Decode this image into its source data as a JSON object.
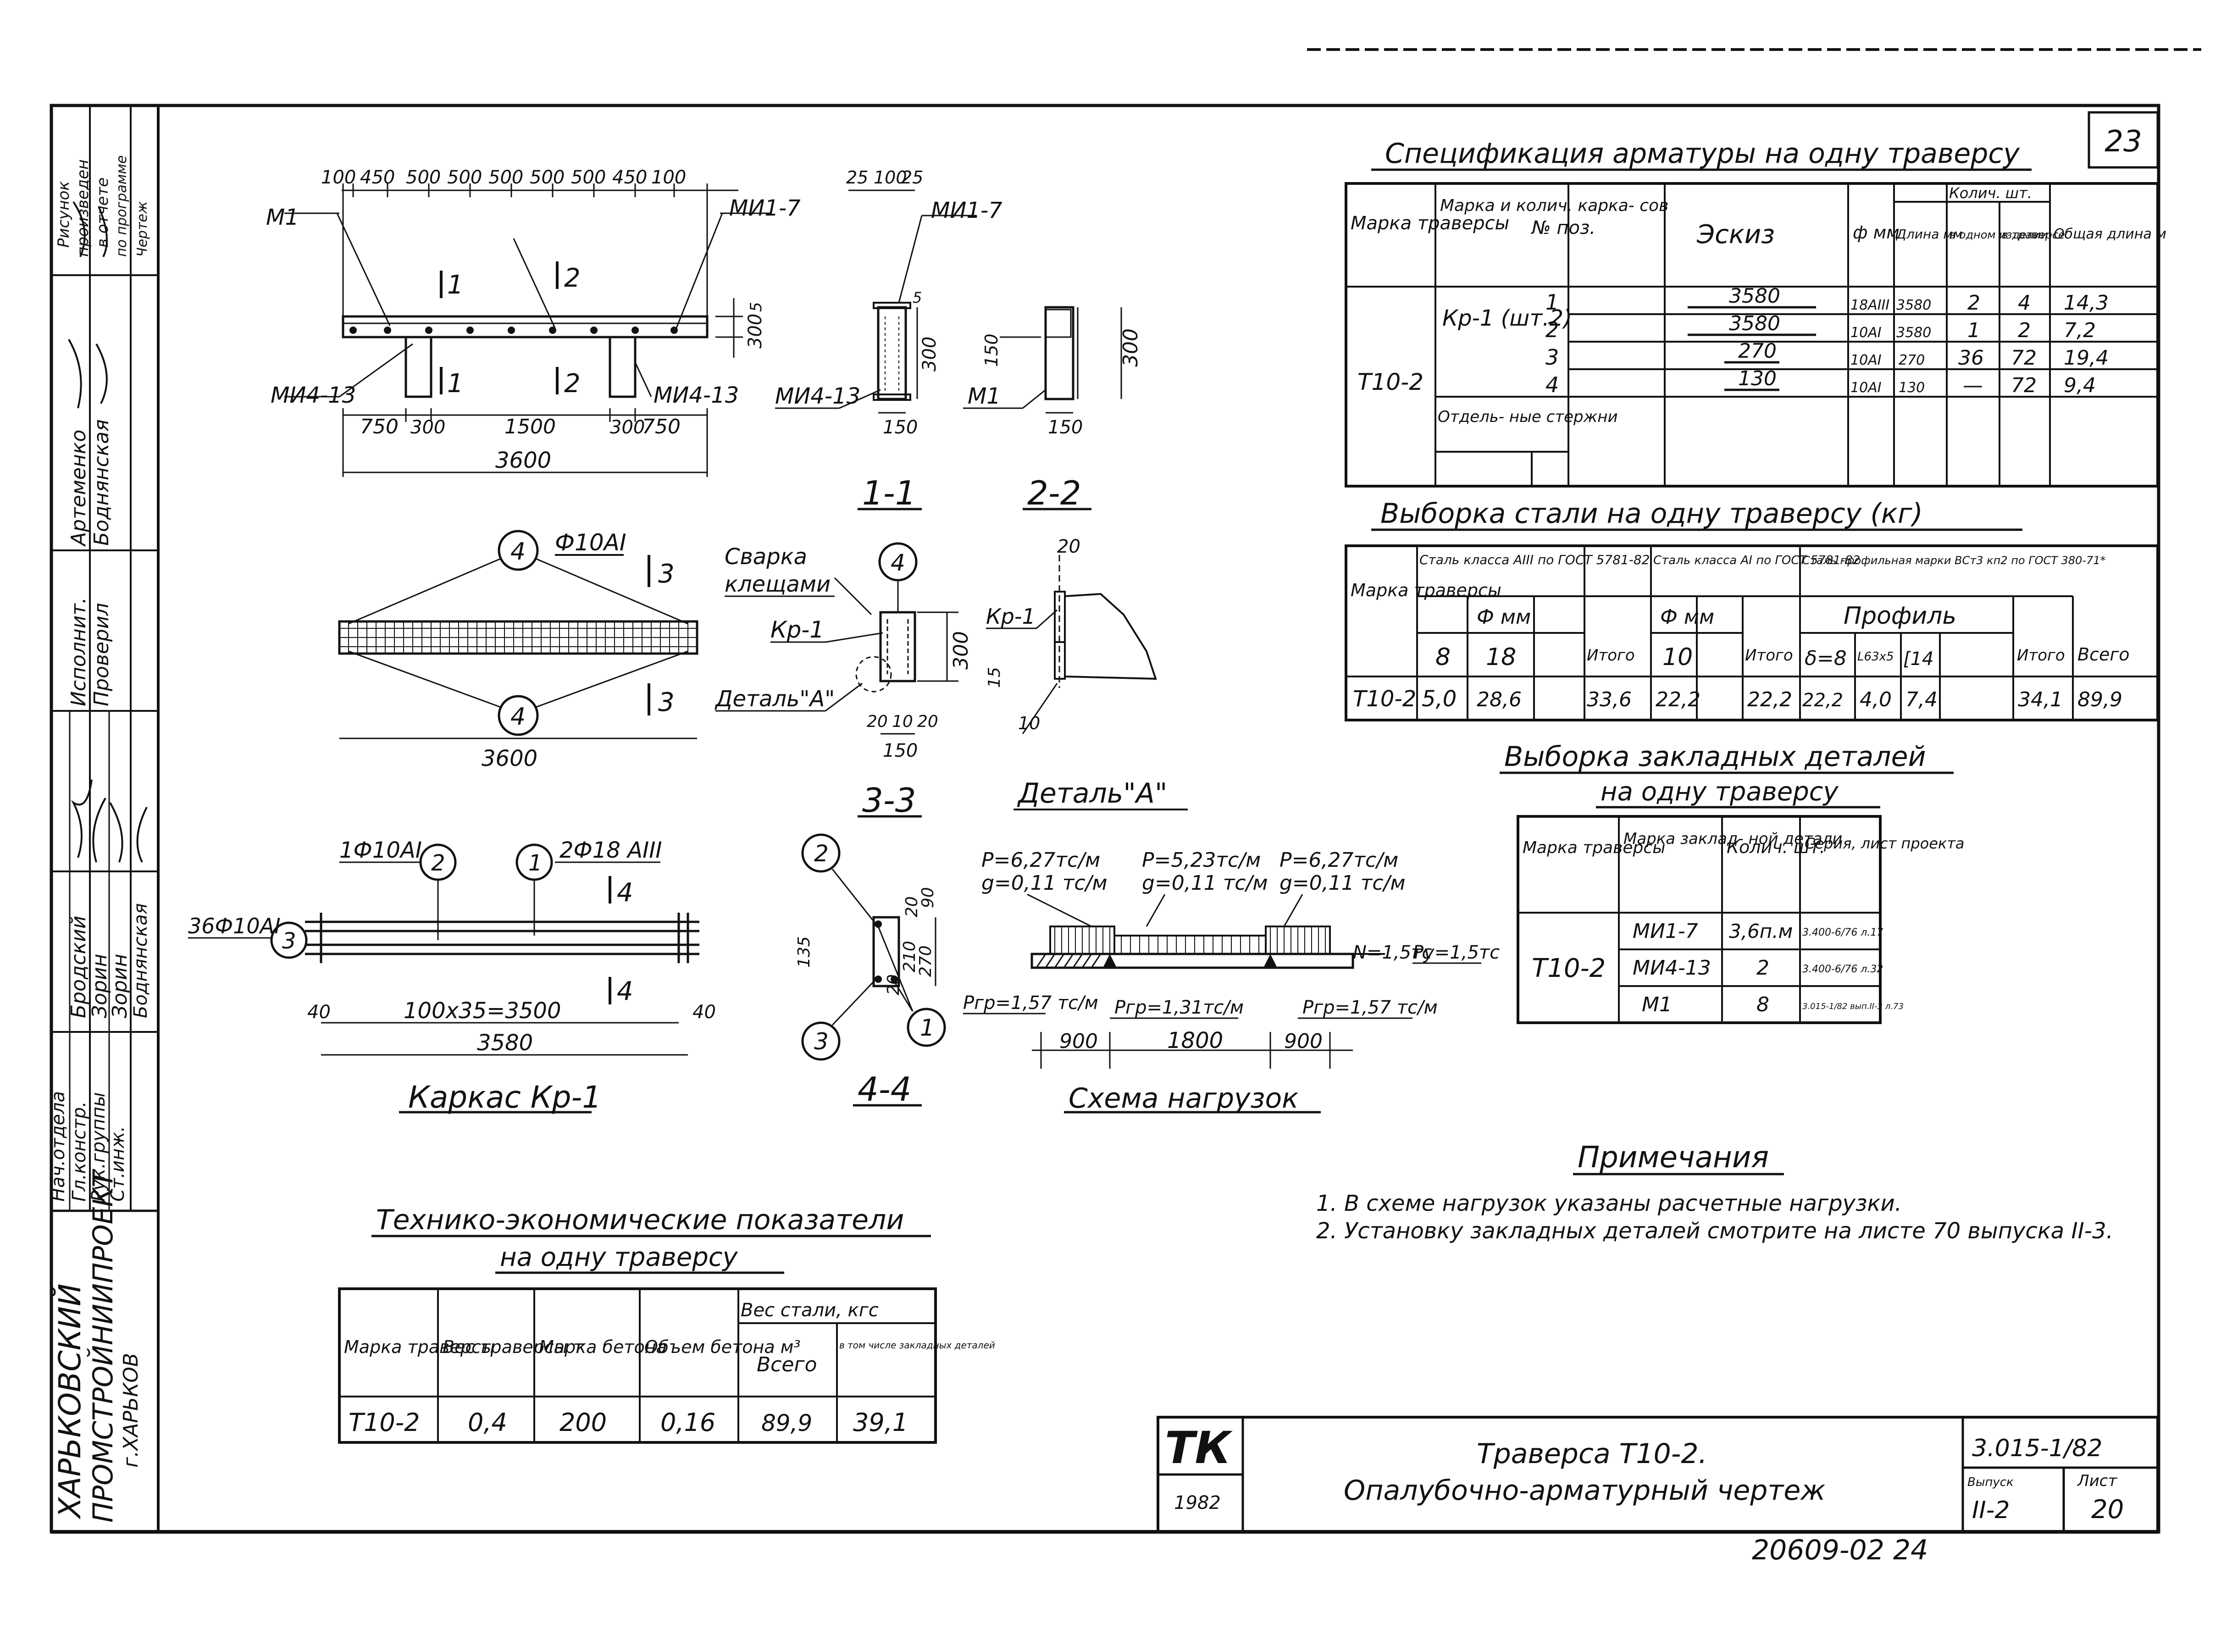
{
  "sheet_no": "23",
  "side_stamp": {
    "org_line1": "ХАРЬКОВСКИЙ",
    "org_line2": "ПРОМСТРОЙНИИПРОЕКТ",
    "org_city": "г.ХАРЬКОВ",
    "roles": [
      "Нач.отдела",
      "Гл.констр.",
      "Рук.группы",
      "Ст.инж.",
      "Исполнит.",
      "Проверил"
    ],
    "names": [
      "Бродский",
      "Зорин",
      "Зорин",
      "Боднянская",
      "Артеменко",
      "Боднянская"
    ],
    "vertical_note": [
      "Рисунок",
      "произведен",
      "в отчете",
      "по программе",
      "Чертеж"
    ]
  },
  "views": {
    "elevation": {
      "top_dims": [
        "100",
        "450",
        "500",
        "500",
        "500",
        "500",
        "500",
        "450",
        "100"
      ],
      "bottom_dims": [
        "750",
        "300",
        "1500",
        "300",
        "750"
      ],
      "overall": "3600",
      "height": "300",
      "top_small": "5",
      "labels": {
        "m1": "М1",
        "mi1": "МИ1-7",
        "mi4_left": "МИ4-13",
        "mi4_right": "МИ4-13"
      },
      "cuts": {
        "c1a": "1",
        "c1b": "1",
        "c2a": "2",
        "c2b": "2"
      }
    },
    "section_11": {
      "top_dims": [
        "25",
        "100",
        "25"
      ],
      "height": "300",
      "width": "150",
      "small": "5",
      "label_top": "МИ1-7",
      "label_bot": "МИ4-13",
      "caption": "1-1"
    },
    "section_22": {
      "height": "300",
      "left": "150",
      "width": "150",
      "label": "М1",
      "caption": "2-2"
    },
    "plan": {
      "bar_label": "Ф10АI",
      "pos": "4",
      "cut": "3",
      "length": "3600"
    },
    "section_33": {
      "weld_l1": "Сварка",
      "weld_l2": "клещами",
      "kr": "Кр-1",
      "pos": "4",
      "detail": "Деталь\"А\"",
      "height": "300",
      "dims": [
        "20",
        "10",
        "20"
      ],
      "width": "150",
      "caption": "3-3"
    },
    "detail_a": {
      "kr": "Кр-1",
      "top": "20",
      "bot": "10",
      "side": "15",
      "caption": "Деталь\"А\""
    },
    "cage": {
      "top_left": "1Ф10АI",
      "pos_left": "2",
      "pos_right": "1",
      "top_right": "2Ф18 АIII",
      "left_label": "36Ф10АI",
      "pos3": "3",
      "cut": "4",
      "spacing": "100х35=3500",
      "edge": "40",
      "length": "3580",
      "caption": "Каркас Кр-1"
    },
    "section_44": {
      "p1": "2",
      "p2": "1",
      "p3": "3",
      "dims": [
        "20",
        "210",
        "90",
        "135",
        "20",
        "270"
      ],
      "caption": "4-4"
    },
    "loads": {
      "left": "P=6,27тс/м",
      "left_q": "g=0,11 тс/м",
      "mid": "P=5,23тс/м",
      "mid_q": "g=0,11 тс/м",
      "right": "P=6,27тс/м",
      "right_q": "g=0,11 тс/м",
      "pl": "Pгр=1,57 тс/м",
      "pm": "Pгр=1,31тс/м",
      "pr": "Pгр=1,57 тс/м",
      "n": "N=1,5тс",
      "ru": "Ру=1,5тс",
      "spans": [
        "900",
        "1800",
        "900"
      ],
      "caption": "Схема нагрузок"
    }
  },
  "spec": {
    "title": "Спецификация арматуры на одну траверсу",
    "headers": {
      "mark": "Марка траверсы",
      "cage": "Марка и колич. карка- сов",
      "pos": "№ поз.",
      "sketch": "Эскиз",
      "dia": "ф мм",
      "len": "Длина мм",
      "qty": "Колич. шт.",
      "q1": "в одном изделии",
      "q2": "в траверсе",
      "total": "Общая длина м"
    },
    "mark": "Т10-2",
    "cage": "Кр-1 (шт.2)",
    "separate": "Отдель- ные стержни",
    "rows": [
      {
        "pos": "1",
        "sketch": "3580",
        "dia": "18АIII",
        "len": "3580",
        "q1": "2",
        "q2": "4",
        "total": "14,3"
      },
      {
        "pos": "2",
        "sketch": "3580",
        "dia": "10АI",
        "len": "3580",
        "q1": "1",
        "q2": "2",
        "total": "7,2"
      },
      {
        "pos": "3",
        "sketch": "270",
        "dia": "10АI",
        "len": "270",
        "q1": "36",
        "q2": "72",
        "total": "19,4"
      },
      {
        "pos": "4",
        "sketch": "130",
        "dia": "10АI",
        "len": "130",
        "q1": "—",
        "q2": "72",
        "total": "9,4"
      }
    ]
  },
  "steel": {
    "title": "Выборка стали на одну траверсу (кг)",
    "h_mark": "Марка траверсы",
    "h_a3": "Сталь класса АIII по ГОСТ 5781-82",
    "h_phi": "Ф мм",
    "h_a1": "Сталь класса АI по ГОСТ 5781-82",
    "h_phi2": "Ф мм",
    "h_prof": "Сталь профильная марки ВСт3 кп2 по ГОСТ 380-71*",
    "h_profile": "Профиль",
    "h_itogo": "Итого",
    "h_vsego": "Всего",
    "sub": [
      "8",
      "18",
      "10",
      "δ=8",
      "L63х5",
      "[14"
    ],
    "row": [
      "Т10-2",
      "5,0",
      "28,6",
      "33,6",
      "22,2",
      "22,2",
      "22,2",
      "4,0",
      "7,4",
      "34,1",
      "89,9"
    ]
  },
  "embedded": {
    "title1": "Выборка закладных деталей",
    "title2": "на одну траверсу",
    "headers": [
      "Марка траверсы",
      "Марка заклад- ной детали",
      "Колич. шт.",
      "Серия, лист проекта"
    ],
    "mark": "Т10-2",
    "rows": [
      {
        "part": "МИ1-7",
        "qty": "3,6п.м",
        "ref": "3.400-6/76 л.17"
      },
      {
        "part": "МИ4-13",
        "qty": "2",
        "ref": "3.400-6/76 л.32"
      },
      {
        "part": "М1",
        "qty": "8",
        "ref": "3.015-1/82 вып.II-3 л.73"
      }
    ]
  },
  "notes": {
    "title": "Примечания",
    "items": [
      "1. В схеме нагрузок указаны расчетные нагрузки.",
      "2. Установку закладных деталей смотрите на листе 70 выпуска II-3."
    ]
  },
  "tei": {
    "title1": "Технико-экономические показатели",
    "title2": "на одну траверсу",
    "headers": {
      "mark": "Марка траверсы",
      "weight": "Вес траверсы т",
      "concrete": "Марка бетона",
      "volume": "Объем бетона м³",
      "steel": "Вес стали, кгс",
      "total": "Всего",
      "incl": "в том числе закладных деталей"
    },
    "row": [
      "Т10-2",
      "0,4",
      "200",
      "0,16",
      "89,9",
      "39,1"
    ]
  },
  "title_block": {
    "logo": "ТК",
    "year": "1982",
    "name1": "Траверса Т10-2.",
    "name2": "Опалубочно-арматурный чертеж",
    "code": "3.015-1/82",
    "h_issue": "Выпуск",
    "issue": "II-2",
    "h_sheet": "Лист",
    "sheet": "20"
  },
  "bottom_number": "20609-02 24"
}
